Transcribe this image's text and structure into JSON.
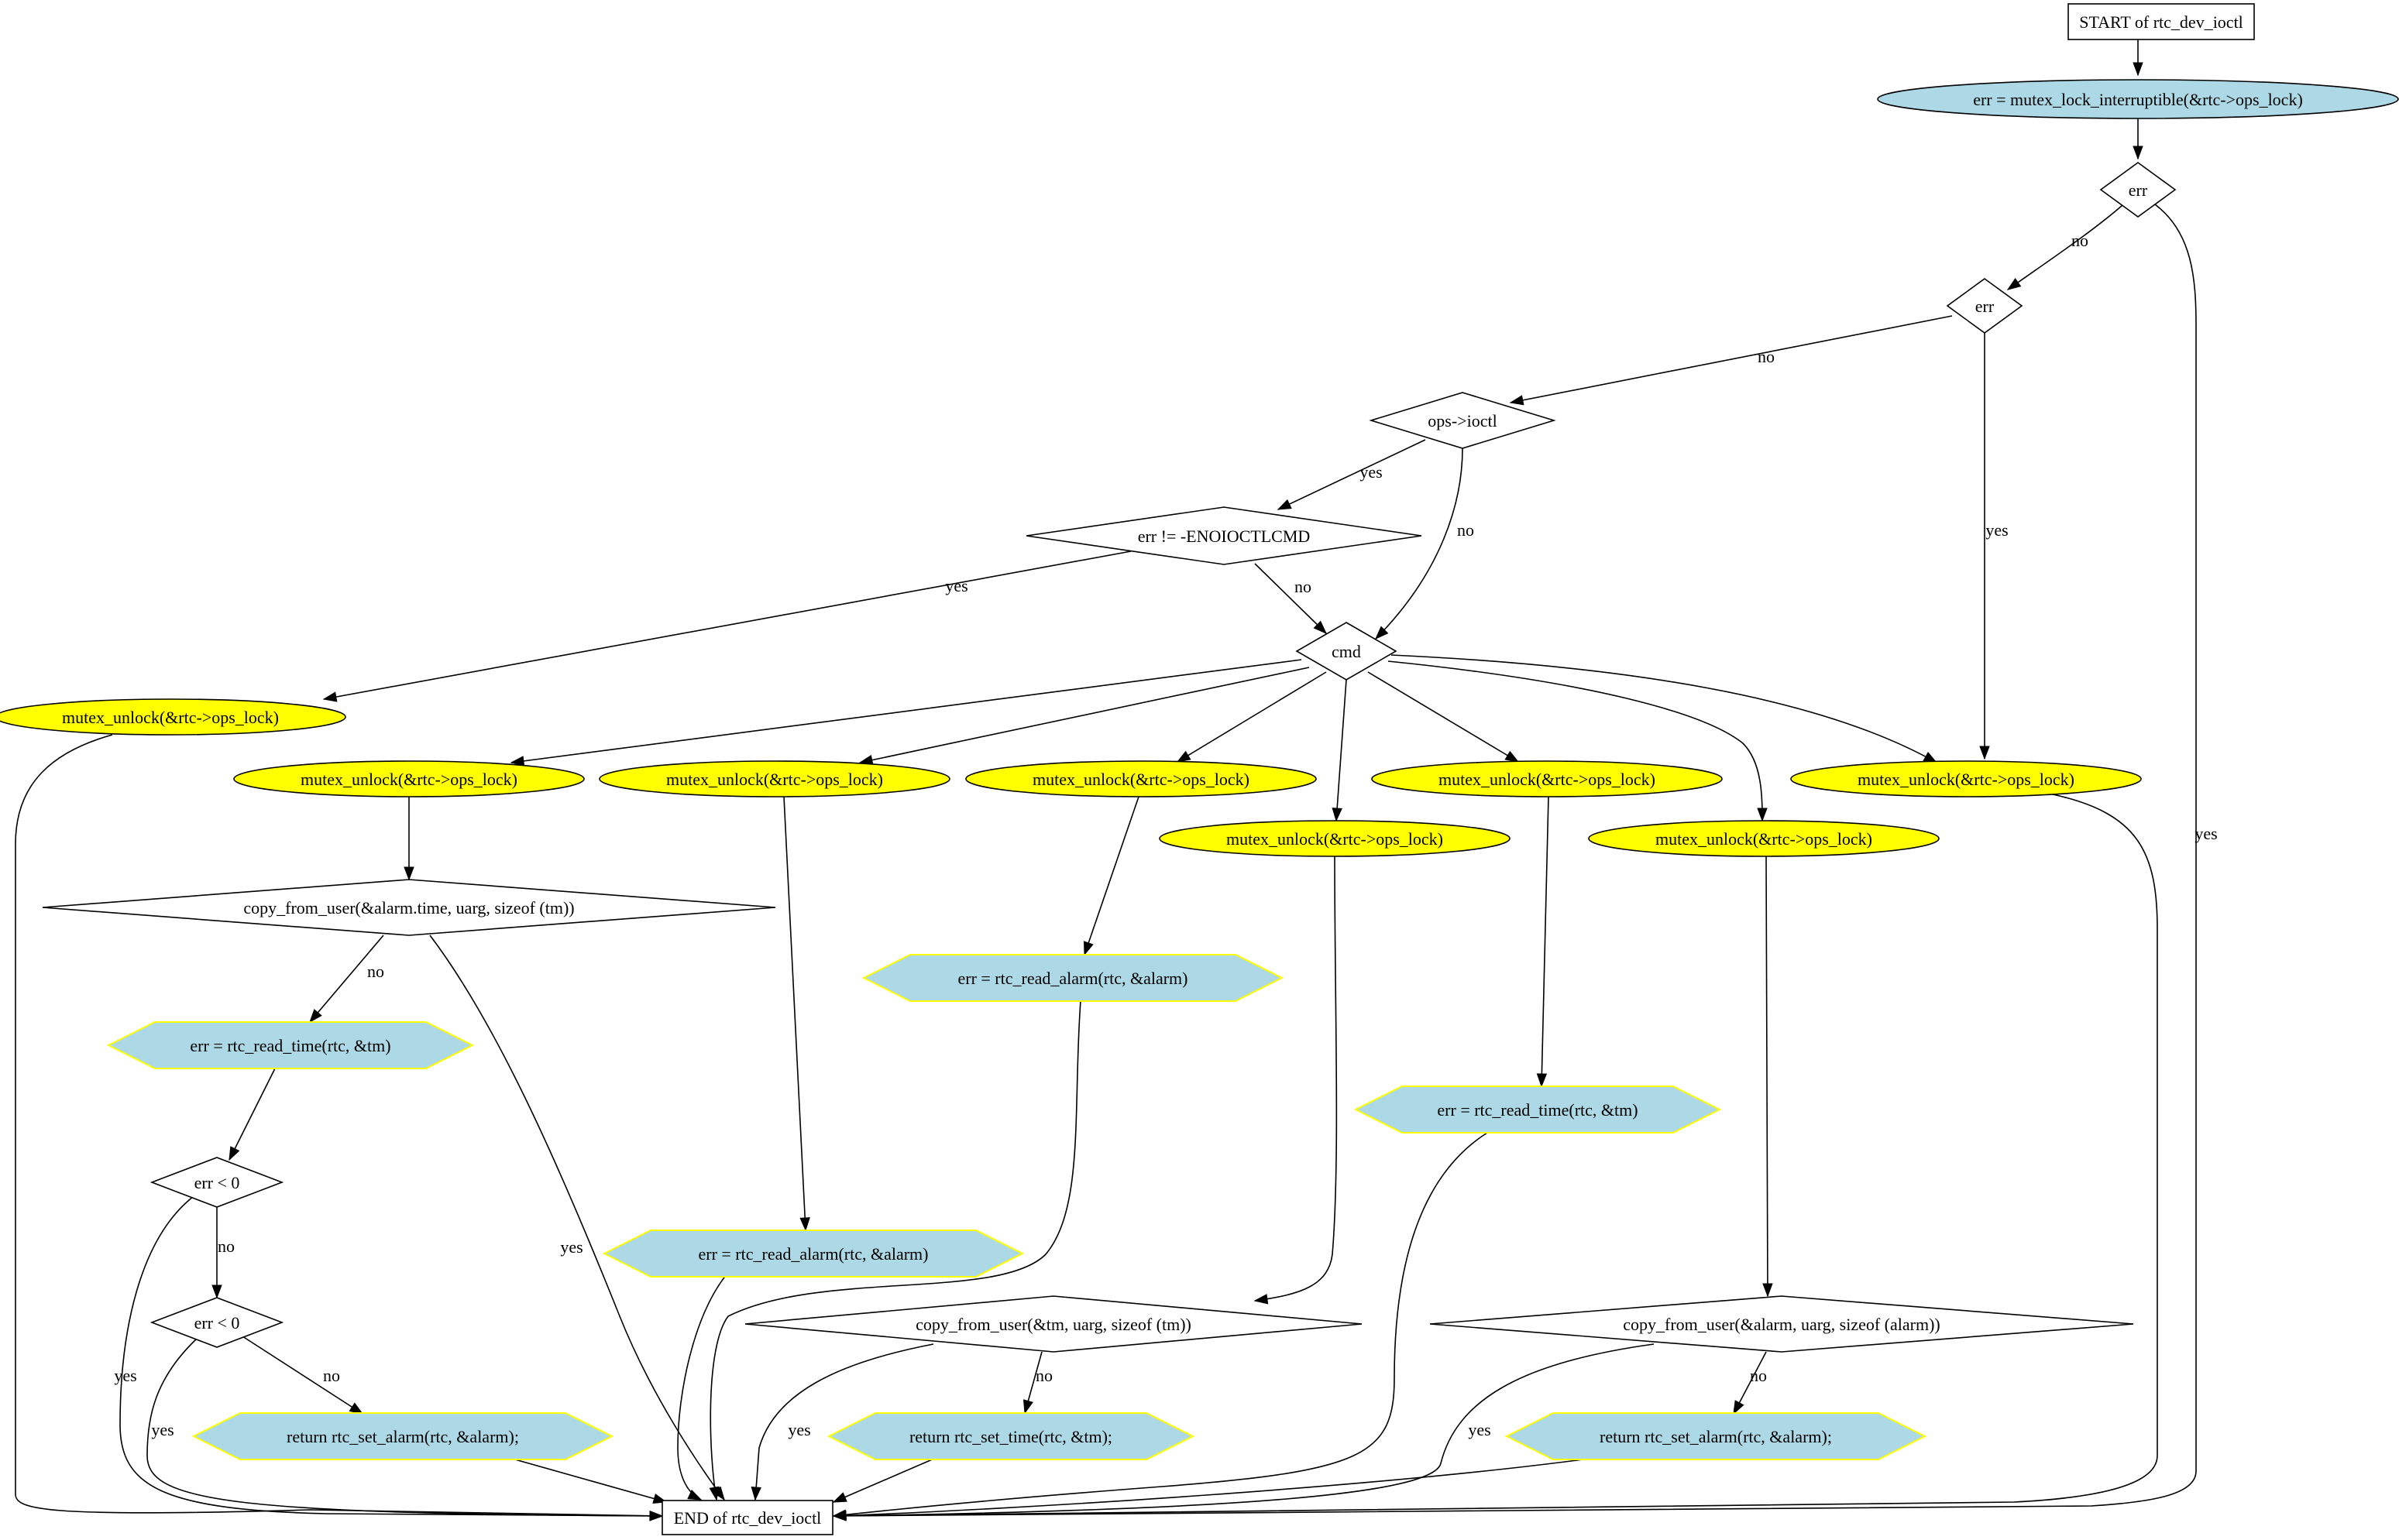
{
  "diagram": {
    "nodes": [
      {
        "id": "start",
        "shape": "box",
        "label": "START of rtc_dev_ioctl"
      },
      {
        "id": "lock",
        "shape": "ellipse",
        "fill": "#add8e6",
        "border": "#000000",
        "label": "err = mutex_lock_interruptible(&rtc->ops_lock)"
      },
      {
        "id": "err1",
        "shape": "diamond",
        "label": "err"
      },
      {
        "id": "err2",
        "shape": "diamond",
        "label": "err"
      },
      {
        "id": "opsioctl",
        "shape": "diamond",
        "label": "ops->ioctl"
      },
      {
        "id": "errnoioctl",
        "shape": "diamond",
        "label": "err != -ENOIOCTLCMD"
      },
      {
        "id": "cmd",
        "shape": "diamond",
        "label": "cmd"
      },
      {
        "id": "unlock0",
        "shape": "ellipse",
        "fill": "#ffff00",
        "border": "#000000",
        "label": "mutex_unlock(&rtc->ops_lock)"
      },
      {
        "id": "unlock1",
        "shape": "ellipse",
        "fill": "#ffff00",
        "border": "#000000",
        "label": "mutex_unlock(&rtc->ops_lock)"
      },
      {
        "id": "unlock2",
        "shape": "ellipse",
        "fill": "#ffff00",
        "border": "#000000",
        "label": "mutex_unlock(&rtc->ops_lock)"
      },
      {
        "id": "unlock3",
        "shape": "ellipse",
        "fill": "#ffff00",
        "border": "#000000",
        "label": "mutex_unlock(&rtc->ops_lock)"
      },
      {
        "id": "unlock4",
        "shape": "ellipse",
        "fill": "#ffff00",
        "border": "#000000",
        "label": "mutex_unlock(&rtc->ops_lock)"
      },
      {
        "id": "unlock5",
        "shape": "ellipse",
        "fill": "#ffff00",
        "border": "#000000",
        "label": "mutex_unlock(&rtc->ops_lock)"
      },
      {
        "id": "unlock6",
        "shape": "ellipse",
        "fill": "#ffff00",
        "border": "#000000",
        "label": "mutex_unlock(&rtc->ops_lock)"
      },
      {
        "id": "unlock7",
        "shape": "ellipse",
        "fill": "#ffff00",
        "border": "#000000",
        "label": "mutex_unlock(&rtc->ops_lock)"
      },
      {
        "id": "copyAlarmTime",
        "shape": "diamond",
        "label": "copy_from_user(&alarm.time, uarg, sizeof (tm))"
      },
      {
        "id": "readTime1",
        "shape": "hexagon",
        "fill": "#add8e6",
        "border": "#ffff00",
        "label": "err = rtc_read_time(rtc, &tm)"
      },
      {
        "id": "lt1",
        "shape": "diamond",
        "label": "err < 0"
      },
      {
        "id": "lt2",
        "shape": "diamond",
        "label": "err < 0"
      },
      {
        "id": "retSetAlarm1",
        "shape": "hexagon",
        "fill": "#add8e6",
        "border": "#ffff00",
        "label": "return rtc_set_alarm(rtc, &alarm);"
      },
      {
        "id": "readAlarm1",
        "shape": "hexagon",
        "fill": "#add8e6",
        "border": "#ffff00",
        "label": "err = rtc_read_alarm(rtc, &alarm)"
      },
      {
        "id": "readAlarm2",
        "shape": "hexagon",
        "fill": "#add8e6",
        "border": "#ffff00",
        "label": "err = rtc_read_alarm(rtc, &alarm)"
      },
      {
        "id": "copyTm",
        "shape": "diamond",
        "label": "copy_from_user(&tm, uarg, sizeof (tm))"
      },
      {
        "id": "retSetTime",
        "shape": "hexagon",
        "fill": "#add8e6",
        "border": "#ffff00",
        "label": "return rtc_set_time(rtc, &tm);"
      },
      {
        "id": "readTime2",
        "shape": "hexagon",
        "fill": "#add8e6",
        "border": "#ffff00",
        "label": "err = rtc_read_time(rtc, &tm)"
      },
      {
        "id": "copyAlarm",
        "shape": "diamond",
        "label": "copy_from_user(&alarm, uarg, sizeof (alarm))"
      },
      {
        "id": "retSetAlarm2",
        "shape": "hexagon",
        "fill": "#add8e6",
        "border": "#ffff00",
        "label": "return rtc_set_alarm(rtc, &alarm);"
      },
      {
        "id": "end",
        "shape": "box",
        "label": "END of rtc_dev_ioctl"
      }
    ],
    "edges": [
      {
        "id": "e1",
        "from": "start",
        "to": "lock",
        "label": ""
      },
      {
        "id": "e2",
        "from": "lock",
        "to": "err1",
        "label": ""
      },
      {
        "id": "e3",
        "from": "err1",
        "to": "err2",
        "label": "no"
      },
      {
        "id": "e4",
        "from": "err1",
        "to": "end",
        "label": "yes"
      },
      {
        "id": "e5",
        "from": "err2",
        "to": "opsioctl",
        "label": "no"
      },
      {
        "id": "e6",
        "from": "err2",
        "to": "unlock7",
        "label": "yes"
      },
      {
        "id": "e7",
        "from": "opsioctl",
        "to": "errnoioctl",
        "label": "yes"
      },
      {
        "id": "e8",
        "from": "opsioctl",
        "to": "cmd",
        "label": "no"
      },
      {
        "id": "e9",
        "from": "errnoioctl",
        "to": "unlock0",
        "label": "yes"
      },
      {
        "id": "e10",
        "from": "errnoioctl",
        "to": "cmd",
        "label": "no"
      },
      {
        "id": "e11",
        "from": "unlock0",
        "to": "end",
        "label": ""
      },
      {
        "id": "e12",
        "from": "cmd",
        "to": "unlock1",
        "label": ""
      },
      {
        "id": "e13",
        "from": "cmd",
        "to": "unlock2",
        "label": ""
      },
      {
        "id": "e14",
        "from": "cmd",
        "to": "unlock3",
        "label": ""
      },
      {
        "id": "e15",
        "from": "cmd",
        "to": "unlock4",
        "label": ""
      },
      {
        "id": "e16",
        "from": "cmd",
        "to": "unlock5",
        "label": ""
      },
      {
        "id": "e17",
        "from": "cmd",
        "to": "unlock6",
        "label": ""
      },
      {
        "id": "e18",
        "from": "cmd",
        "to": "unlock7",
        "label": ""
      },
      {
        "id": "e19",
        "from": "unlock1",
        "to": "copyAlarmTime",
        "label": ""
      },
      {
        "id": "e20",
        "from": "copyAlarmTime",
        "to": "readTime1",
        "label": "no"
      },
      {
        "id": "e21",
        "from": "copyAlarmTime",
        "to": "end",
        "label": "yes"
      },
      {
        "id": "e22",
        "from": "readTime1",
        "to": "lt1",
        "label": ""
      },
      {
        "id": "e23",
        "from": "lt1",
        "to": "lt2",
        "label": "no"
      },
      {
        "id": "e24",
        "from": "lt1",
        "to": "end",
        "label": "yes"
      },
      {
        "id": "e25",
        "from": "lt2",
        "to": "retSetAlarm1",
        "label": "no"
      },
      {
        "id": "e26",
        "from": "lt2",
        "to": "end",
        "label": "yes"
      },
      {
        "id": "e27",
        "from": "retSetAlarm1",
        "to": "end",
        "label": ""
      },
      {
        "id": "e28",
        "from": "unlock2",
        "to": "readAlarm1",
        "label": ""
      },
      {
        "id": "e29",
        "from": "readAlarm1",
        "to": "end",
        "label": ""
      },
      {
        "id": "e30",
        "from": "unlock3",
        "to": "readAlarm2",
        "label": ""
      },
      {
        "id": "e31",
        "from": "readAlarm2",
        "to": "end",
        "label": ""
      },
      {
        "id": "e32",
        "from": "unlock4",
        "to": "copyTm",
        "label": ""
      },
      {
        "id": "e33",
        "from": "copyTm",
        "to": "retSetTime",
        "label": "no"
      },
      {
        "id": "e34",
        "from": "copyTm",
        "to": "end",
        "label": "yes"
      },
      {
        "id": "e35",
        "from": "retSetTime",
        "to": "end",
        "label": ""
      },
      {
        "id": "e36",
        "from": "unlock5",
        "to": "readTime2",
        "label": ""
      },
      {
        "id": "e37",
        "from": "readTime2",
        "to": "end",
        "label": ""
      },
      {
        "id": "e38",
        "from": "unlock6",
        "to": "copyAlarm",
        "label": ""
      },
      {
        "id": "e39",
        "from": "copyAlarm",
        "to": "retSetAlarm2",
        "label": "no"
      },
      {
        "id": "e40",
        "from": "copyAlarm",
        "to": "end",
        "label": "yes"
      },
      {
        "id": "e41",
        "from": "retSetAlarm2",
        "to": "end",
        "label": ""
      },
      {
        "id": "e42",
        "from": "unlock7",
        "to": "end",
        "label": ""
      }
    ]
  }
}
